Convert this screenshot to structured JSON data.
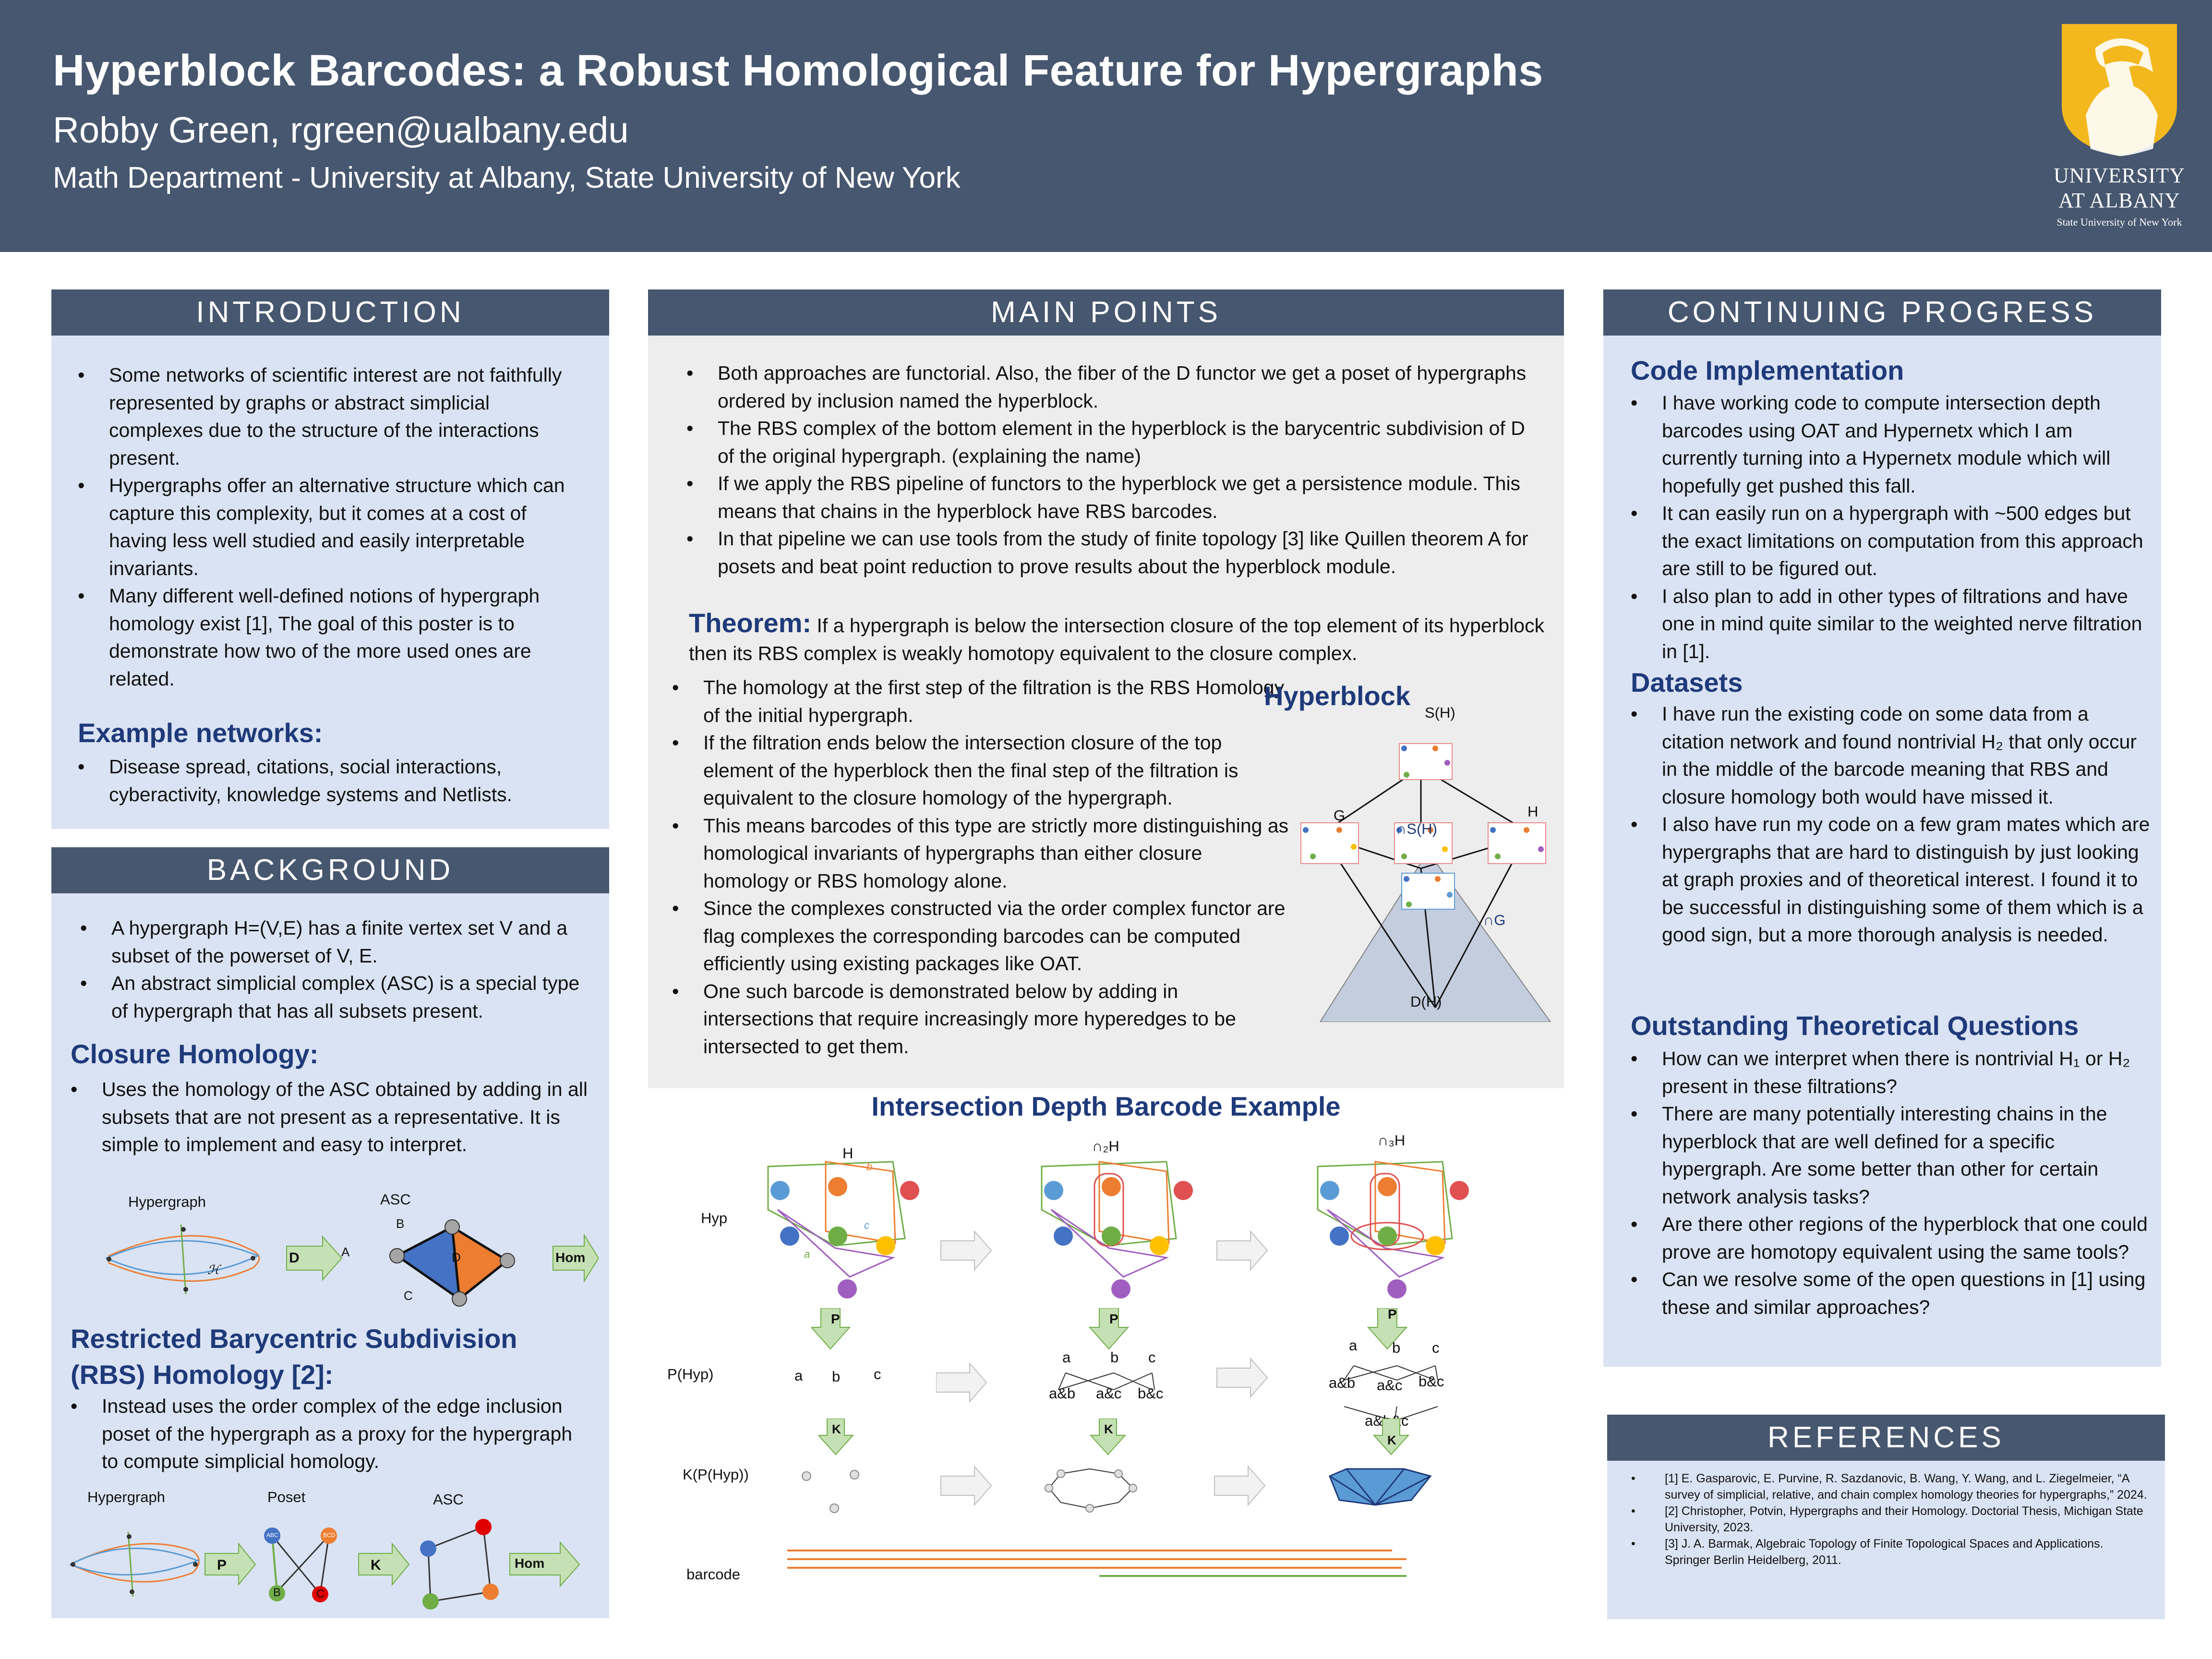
{
  "header": {
    "title": "Hyperblock Barcodes: a Robust Homological Feature for Hypergraphs",
    "author": "Robby Green, rgreen@ualbany.edu",
    "affiliation": "Math Department - University at Albany, State University of New York",
    "logo_line1": "UNIVERSITY",
    "logo_line2": "AT ALBANY",
    "logo_line3": "State University of New York"
  },
  "colors": {
    "header_bg": "#46576f",
    "panel_bg": "#dae3f3",
    "gray_bg": "#ededed",
    "heading_navy": "#1f3a7a",
    "logo_gold": "#f2b81e",
    "barcode_orange": "#ed7d31",
    "barcode_green": "#70ad47"
  },
  "intro": {
    "heading": "INTRODUCTION",
    "bullets": [
      "Some networks of scientific interest are not faithfully represented by graphs or abstract simplicial complexes due to the structure of the interactions present.",
      "Hypergraphs offer an alternative structure which can capture this complexity, but it comes at a cost of having less well studied and easily interpretable invariants.",
      "Many different well-defined notions of hypergraph homology exist [1], The goal of this poster is to demonstrate how two of the more used ones are related."
    ],
    "example_heading": "Example networks:",
    "example_bullets": [
      "Disease spread, citations, social interactions, cyberactivity, knowledge systems and Netlists."
    ]
  },
  "background": {
    "heading": "BACKGROUND",
    "bullets": [
      "A hypergraph H=(V,E) has a finite vertex set V and a subset of the powerset of V, E.",
      "An abstract simplicial complex (ASC) is a special type of hypergraph that has all subsets present."
    ],
    "closure_heading": "Closure Homology:",
    "closure_bullets": [
      "Uses the homology of the ASC obtained by adding in all subsets that are not present as a representative. It is simple to implement and easy to interpret."
    ],
    "diag1": {
      "hypergraph_label": "Hypergraph",
      "asc_label": "ASC",
      "arrow1": "D",
      "arrow2": "Hom",
      "nodes": [
        "A",
        "B",
        "C",
        "D"
      ],
      "hg_script": "ℋ"
    },
    "rbs_heading_line1": "Restricted Barycentric Subdivision",
    "rbs_heading_line2": "(RBS) Homology [2]:",
    "rbs_bullets": [
      "Instead uses the order complex of the edge inclusion poset of the hypergraph as a proxy for the hypergraph to compute simplicial homology."
    ],
    "diag2": {
      "hypergraph_label": "Hypergraph",
      "poset_label": "Poset",
      "asc_label": "ASC",
      "arrow1": "P",
      "arrow2": "K",
      "arrow3": "Hom",
      "nodes": [
        "B",
        "C"
      ],
      "tiny_ab": "ABC",
      "tiny_bcd": "BCD"
    }
  },
  "main": {
    "heading": "MAIN POINTS",
    "bullets": [
      "Both approaches are functorial. Also, the fiber of the D functor we get a poset of hypergraphs ordered by inclusion named the hyperblock.",
      "The RBS complex of the bottom element in the hyperblock is the barycentric subdivision of D of the original hypergraph. (explaining the name)",
      "If we apply the RBS pipeline of functors to the hyperblock we get a persistence module. This means that chains in the hyperblock have RBS barcodes.",
      "In that pipeline we can use tools from the study of finite topology [3] like Quillen theorem A for posets and beat point reduction to prove results about the hyperblock module."
    ],
    "theorem_label": "Theorem:",
    "theorem_text": " If a hypergraph is below the intersection closure of the top element of its hyperblock then its RBS complex is weakly homotopy equivalent to the closure complex.",
    "bullets2": [
      "The homology at the first step of the filtration is the RBS Homology of the initial hypergraph.",
      "If the filtration ends below the intersection closure of the top element of the hyperblock then the final step of the filtration is equivalent to the closure homology of the hypergraph.",
      "This means barcodes of this type are strictly more distinguishing as homological invariants of hypergraphs than either closure homology or RBS homology alone.",
      "Since the complexes constructed via the order complex functor are flag complexes the corresponding barcodes can be computed efficiently using existing packages like OAT.",
      "One such barcode is demonstrated below by adding in intersections that require increasingly more hyperedges to be intersected to get them."
    ],
    "hyperblock": {
      "title": "Hyperblock",
      "top": "S(H)",
      "left": "G",
      "right": "H",
      "middle": "∩S(H)",
      "inner": "∩G",
      "bottom": "D(H)"
    }
  },
  "barcode_example": {
    "title": "Intersection Depth Barcode Example",
    "row_labels": [
      "Hyp",
      "P(Hyp)",
      "K(P(Hyp))",
      "barcode"
    ],
    "col_labels": [
      "H",
      "∩₂H",
      "∩₃H"
    ],
    "functor_p": "P",
    "functor_k": "K",
    "edge_names": [
      "a",
      "b",
      "c"
    ],
    "poset1": [
      "a",
      "b",
      "c"
    ],
    "poset2_top": [
      "a",
      "b",
      "c"
    ],
    "poset2_bottom": [
      "a&b",
      "a&c",
      "b&c"
    ],
    "poset3_top": [
      "a",
      "b",
      "c"
    ],
    "poset3_mid": [
      "a&b",
      "a&c",
      "b&c"
    ],
    "poset3_bottom": "a&b&c"
  },
  "progress": {
    "heading": "CONTINUING PROGRESS",
    "code_heading": "Code Implementation",
    "code_bullets": [
      "I have working code to compute intersection depth barcodes using OAT and Hypernetx which I am currently turning into a Hypernetx module which will hopefully get pushed this fall.",
      "It can easily run on a hypergraph with ~500 edges but the exact limitations on computation from this approach are still to be figured out.",
      "I also plan to add in other types of filtrations and have one in mind quite similar to the weighted nerve filtration in [1]."
    ],
    "datasets_heading": "Datasets",
    "datasets_bullets": [
      "I have run the existing code on some data from a citation network and found nontrivial H₂ that only occur in the middle of the barcode meaning that RBS and closure homology both would have missed it.",
      "I also have run my code on a few gram mates which are hypergraphs that are hard to distinguish by just looking at graph proxies and of theoretical interest. I found it to be successful in distinguishing some of them which is a good sign, but a more thorough analysis is needed."
    ],
    "questions_heading": "Outstanding Theoretical Questions",
    "questions_bullets": [
      "How can we interpret when there is nontrivial H₁ or H₂ present in these filtrations?",
      "There are many potentially interesting chains in the hyperblock that are well defined for a specific hypergraph. Are some better than other for certain network analysis tasks?",
      "Are there other regions of the hyperblock that one could prove are homotopy equivalent using the same tools?",
      "Can we resolve some of the open questions in [1] using these and similar approaches?"
    ]
  },
  "references": {
    "heading": "REFERENCES",
    "items": [
      "[1] E. Gasparovic, E. Purvine, R. Sazdanovic, B. Wang, Y. Wang, and L. Ziegelmeier, “A survey of simplicial, relative, and chain complex homology theories for hypergraphs,” 2024.",
      "[2] Christopher, Potvin, Hypergraphs and their Homology. Doctorial Thesis, Michigan State University, 2023.",
      "[3] J. A. Barmak, Algebraic Topology of Finite Topological Spaces and Applications. Springer Berlin Heidelberg, 2011."
    ]
  }
}
